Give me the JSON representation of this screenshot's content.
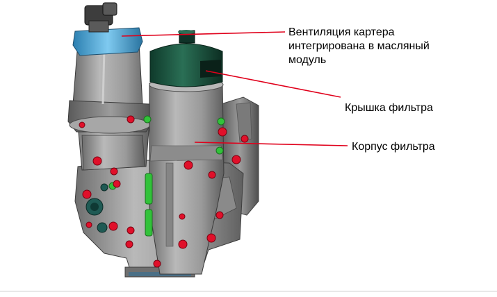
{
  "callouts": {
    "ventilation": [
      "Вентиляция картера",
      "интегрирована в масляный",
      "модуль"
    ],
    "cap": "Крышка фильтра",
    "body": "Корпус фильтра"
  },
  "colors": {
    "leader_line": "#e0001b",
    "housing_gray": "#9a9a9a",
    "cap_green": "#1f5a44",
    "vent_blue": "#4aa7d8",
    "plug_red": "#e0102a",
    "plug_green": "#2fbf3a",
    "text": "#000000"
  }
}
